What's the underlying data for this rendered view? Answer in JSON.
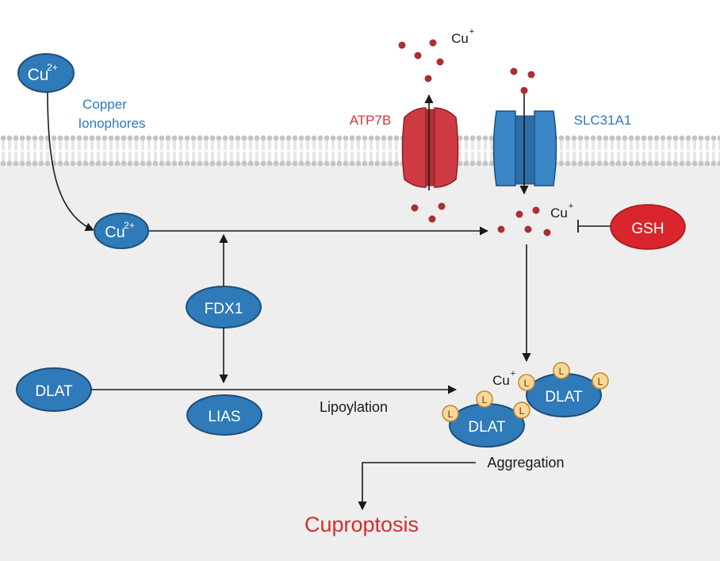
{
  "labels": {
    "cu2_sup": "2+",
    "cu_base": "Cu",
    "cu_plus_sup": "+",
    "copper_line1": "Copper",
    "copper_line2": "Ionophores",
    "atp7b": "ATP7B",
    "slc31a1": "SLC31A1",
    "gsh": "GSH",
    "fdx1": "FDX1",
    "dlat": "DLAT",
    "lias": "LIAS",
    "lipoylation": "Lipoylation",
    "lipoyl": "L",
    "aggregation": "Aggregation",
    "cuproptosis": "Cuproptosis"
  },
  "colors": {
    "node_blue": "#2f7ab8",
    "node_stroke": "#1f4e7a",
    "label_blue": "#2b7bbf",
    "atp7b_red": "#d9343a",
    "gsh_red": "#d9252b",
    "copper_dot": "#a9302f",
    "lipoyl_fill": "#fbd79a",
    "cytoplasm": "#eeeeee",
    "membrane": "#bdbdbd"
  }
}
